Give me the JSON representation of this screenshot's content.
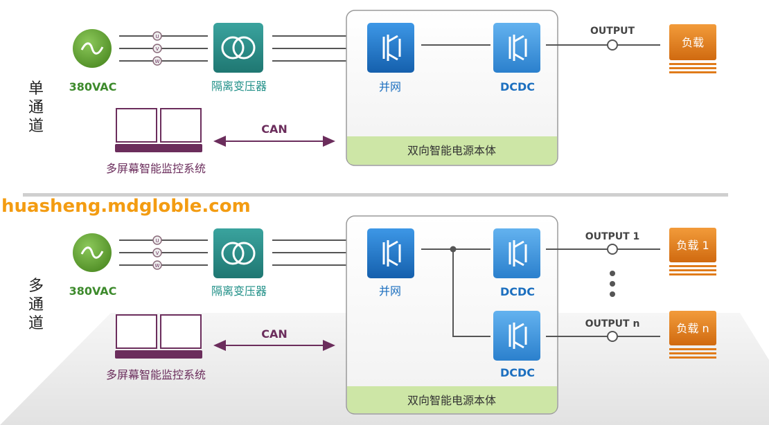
{
  "watermark": "huasheng.mdgloble.com",
  "top": {
    "channel_label": [
      "单",
      "通",
      "道"
    ],
    "ac_source": "380VAC",
    "phases": [
      "U",
      "V",
      "W"
    ],
    "transformer": "隔离变压器",
    "grid_module": "并网",
    "dcdc_module": "DCDC",
    "output": "OUTPUT",
    "load": "负载",
    "can": "CAN",
    "monitor": "多屏幕智能监控系统",
    "body": "双向智能电源本体"
  },
  "bottom": {
    "channel_label": [
      "多",
      "通",
      "道"
    ],
    "ac_source": "380VAC",
    "phases": [
      "U",
      "V",
      "W"
    ],
    "transformer": "隔离变压器",
    "grid_module": "并网",
    "dcdc_module_1": "DCDC",
    "dcdc_module_n": "DCDC",
    "output_1": "OUTPUT 1",
    "output_n": "OUTPUT n",
    "load_1": "负载 1",
    "load_n": "负载 n",
    "can": "CAN",
    "monitor": "多屏幕智能监控系统",
    "body": "双向智能电源本体"
  },
  "colors": {
    "green_circle": "#6aa83a",
    "teal_transformer": "#2a8a86",
    "blue_module": "#1a6fc0",
    "load_orange": "#e07b1a",
    "monitor_purple": "#6b2d5c",
    "body_footer": "#cde6a6",
    "label_teal": "#1f8f87",
    "label_blue": "#1c6fbf",
    "label_green": "#3d8a2c",
    "watermark": "#f39c12"
  }
}
